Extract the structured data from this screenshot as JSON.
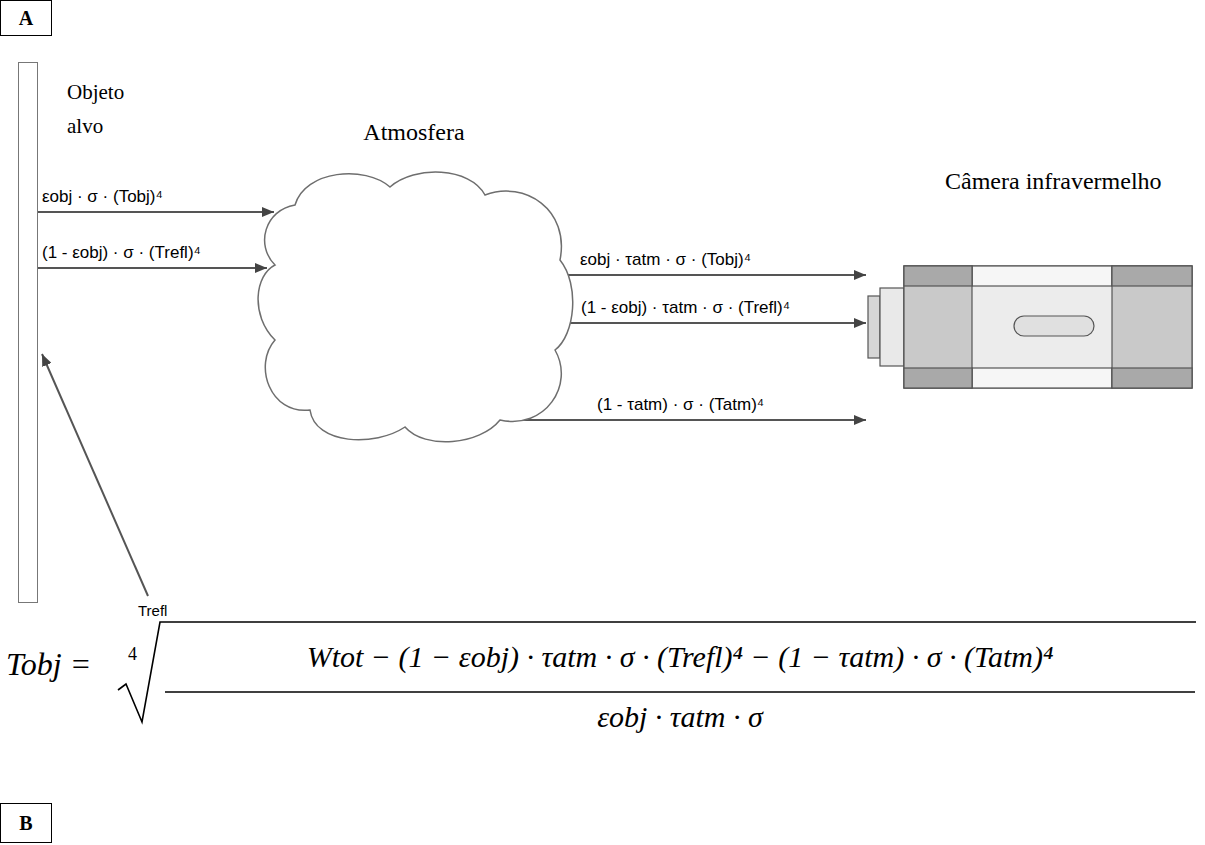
{
  "diagram": {
    "nodes": [
      {
        "text": [
          "A"
        ]
      },
      {
        "text": [
          "Objeto alvo"
        ]
      },
      {
        "text": [
          "Atmosfera"
        ]
      },
      {
        "text": [
          "Câmera infravermelho"
        ]
      },
      {
        "text": [
          "B"
        ]
      }
    ],
    "edges": [
      {
        "from": 1,
        "to": 2,
        "arrow": "to",
        "label": "εobj · σ · (Tobj)⁴"
      },
      {
        "from": 1,
        "to": 2,
        "arrow": "to",
        "label": "(1 - εobj) · σ · (Trefl)⁴"
      },
      {
        "from": 2,
        "to": 3,
        "arrow": "to",
        "label": "εobj · τatm · σ · (Tobj)⁴"
      },
      {
        "from": 2,
        "to": 3,
        "arrow": "to",
        "label": "(1 - εobj) · τatm · σ · (Trefl)⁴"
      },
      {
        "from": 2,
        "to": 3,
        "arrow": "to",
        "label": "(1 - τatm) · σ · (Tatm)⁴"
      }
    ],
    "labels": [
      "Trefl",
      "Tobj =",
      "4",
      "Wtot − (1 − εobj) · τatm · σ · (Trefl)⁴ − (1 − τatm) · σ · (Tatm)⁴",
      "εobj · τatm · σ"
    ]
  }
}
